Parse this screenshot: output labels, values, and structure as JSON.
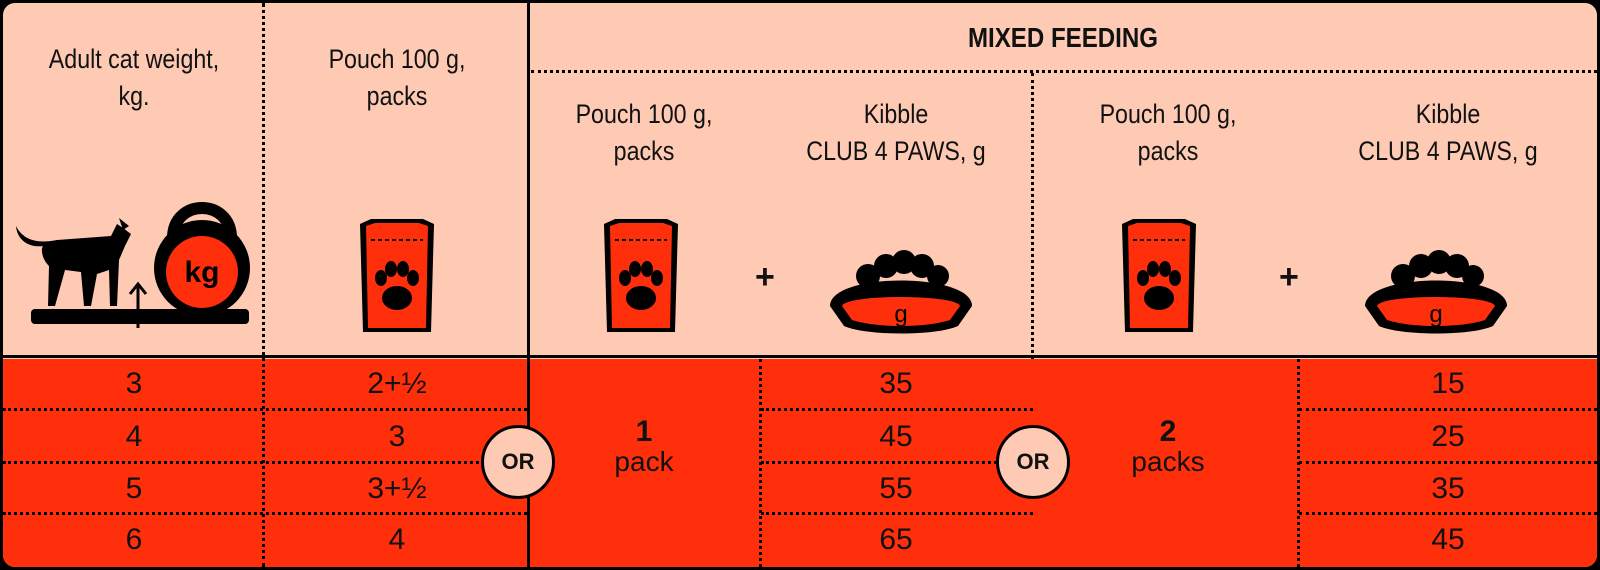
{
  "header": {
    "col_weight": "Adult cat weight,\nkg.",
    "col_pouch": "Pouch 100 g,\npacks",
    "mixed_title": "MIXED FEEDING",
    "mix1_pouch": "Pouch 100 g,\npacks",
    "mix1_kibble": "Kibble\nCLUB 4 PAWS, g",
    "mix2_pouch": "Pouch 100 g,\npacks",
    "mix2_kibble": "Kibble\nCLUB 4 PAWS, g"
  },
  "icons": {
    "weight_badge": "kg",
    "bowl_label": "g",
    "plus": "+"
  },
  "or_label": "OR",
  "mix1": {
    "count": "1",
    "unit": "pack"
  },
  "mix2": {
    "count": "2",
    "unit": "packs"
  },
  "rows": [
    {
      "weight": "3",
      "pouch": "2+½",
      "kibble1": "35",
      "kibble2": "15"
    },
    {
      "weight": "4",
      "pouch": "3",
      "kibble1": "45",
      "kibble2": "25"
    },
    {
      "weight": "5",
      "pouch": "3+½",
      "kibble1": "55",
      "kibble2": "35"
    },
    {
      "weight": "6",
      "pouch": "4",
      "kibble1": "65",
      "kibble2": "45"
    }
  ],
  "colors": {
    "top_bg": "#fecab4",
    "bottom_bg": "#ff2e0b",
    "line": "#000000"
  }
}
